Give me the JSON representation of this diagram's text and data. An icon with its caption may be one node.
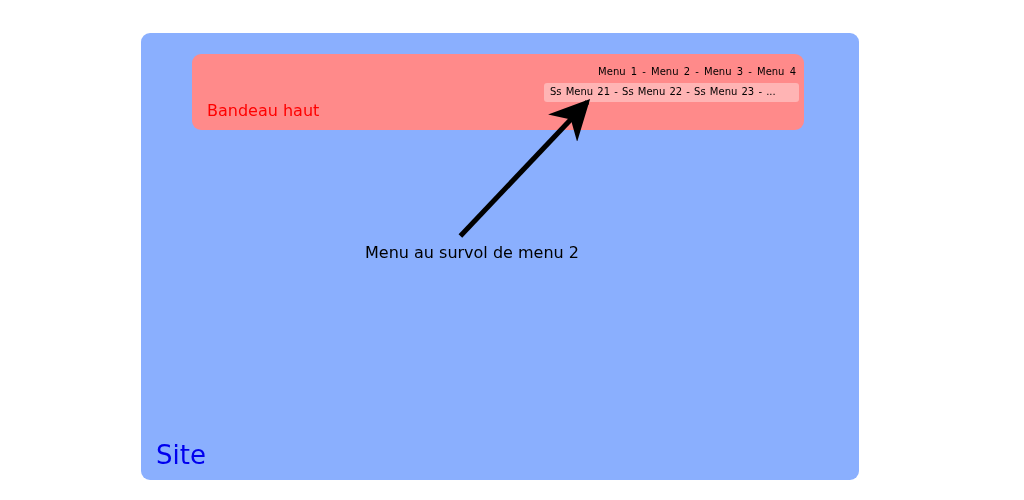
{
  "diagram": {
    "nodes": [
      {
        "text": [
          "Site"
        ]
      },
      {
        "text": [
          "Menu 1 - Menu 2 - Menu 3 - Menu 4",
          "Bandeau haut"
        ],
        "in": 0
      },
      {
        "text": [
          "Ss Menu 21 - Ss Menu 22 - Ss Menu 23 - ..."
        ],
        "in": 1
      },
      {
        "text": [
          "Menu au survol de menu 2"
        ],
        "in": 0
      }
    ],
    "edges": [
      {
        "from": 3,
        "to": 2,
        "arrow": "to"
      }
    ]
  }
}
